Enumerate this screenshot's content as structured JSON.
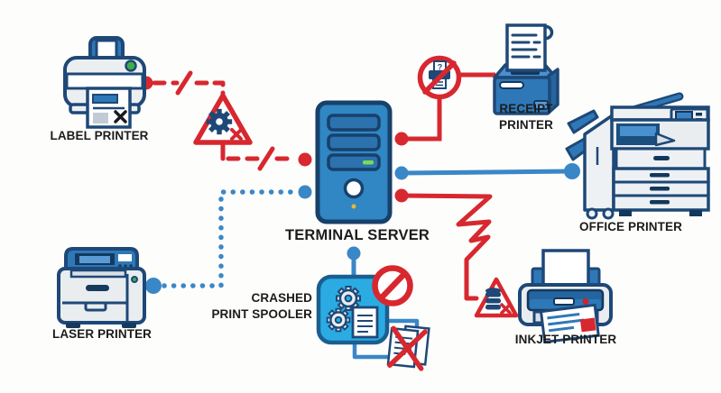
{
  "diagram": {
    "nodes": {
      "label_printer": {
        "label": "LABEL PRINTER",
        "icon": "label-printer-icon"
      },
      "laser_printer": {
        "label": "LASER PRINTER",
        "icon": "laser-printer-icon"
      },
      "terminal_server": {
        "label": "TERMINAL SERVER",
        "icon": "server-tower-icon"
      },
      "receipt_printer": {
        "line1": "RECEIPT",
        "line2": "PRINTER",
        "icon": "receipt-printer-icon"
      },
      "office_printer": {
        "label": "OFFICE PRINTER",
        "icon": "office-copier-icon"
      },
      "inkjet_printer": {
        "label": "INKJET PRINTER",
        "icon": "inkjet-printer-icon"
      },
      "crashed_spooler": {
        "line1": "CRASHED",
        "line2": "PRINT SPOOLER",
        "icon": "print-spooler-icon"
      }
    },
    "connections": [
      {
        "from": "label_printer",
        "to": "terminal_server",
        "status": "broken",
        "style": "red-dashed-with-break-marks",
        "via": "warning-triangle-gear"
      },
      {
        "from": "laser_printer",
        "to": "terminal_server",
        "status": "idle",
        "style": "blue-dotted"
      },
      {
        "from": "terminal_server",
        "to": "receipt_printer",
        "status": "blocked",
        "style": "red-solid",
        "via": "no-printing-sign"
      },
      {
        "from": "terminal_server",
        "to": "office_printer",
        "status": "ok",
        "style": "blue-solid"
      },
      {
        "from": "terminal_server",
        "to": "inkjet_printer",
        "status": "fault",
        "style": "red-zigzag",
        "via": "warning-triangle-database"
      },
      {
        "from": "terminal_server",
        "to": "crashed_spooler",
        "status": "crashed",
        "style": "blue-solid",
        "via": "prohibition-sign-and-cancelled-documents"
      }
    ],
    "icons": {
      "warning-triangle-gear-icon": "triangle with gear and red x",
      "warning-triangle-database-icon": "triangle with database stack and red x",
      "no-printing-sign-icon": "red prohibition circle over printer with question mark",
      "prohibition-icon": "red prohibition circle",
      "cancelled-document-icon": "documents crossed out with red X",
      "gear-icon": "cog wheel",
      "document-icon": "sheet with text lines"
    },
    "colors": {
      "error_red": "#d7282f",
      "link_blue": "#3a87c8",
      "server_blue": "#3186c4",
      "spooler_cyan": "#2aace3",
      "outline_navy": "#1e4877",
      "ok_green": "#3fae49",
      "background": "#fdfdfb"
    }
  }
}
